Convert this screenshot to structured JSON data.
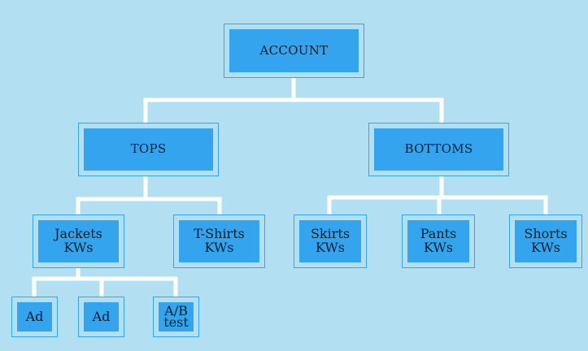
{
  "colors": {
    "background": "#b2dff2",
    "node_fill": "#35a4ee",
    "node_border": "#35a4ee",
    "connector": "#ffffff",
    "text": "#0c1f2c"
  },
  "diagram": {
    "root": {
      "label": "ACCOUNT"
    },
    "level1": [
      {
        "label": "TOPS"
      },
      {
        "label": "BOTTOMS"
      }
    ],
    "level2": [
      {
        "label": "Jackets\nKWs"
      },
      {
        "label": "T-Shirts\nKWs"
      },
      {
        "label": "Skirts\nKWs"
      },
      {
        "label": "Pants\nKWs"
      },
      {
        "label": "Shorts\nKWs"
      }
    ],
    "level3": [
      {
        "label": "Ad"
      },
      {
        "label": "Ad"
      },
      {
        "label": "A/B\ntest"
      }
    ]
  }
}
